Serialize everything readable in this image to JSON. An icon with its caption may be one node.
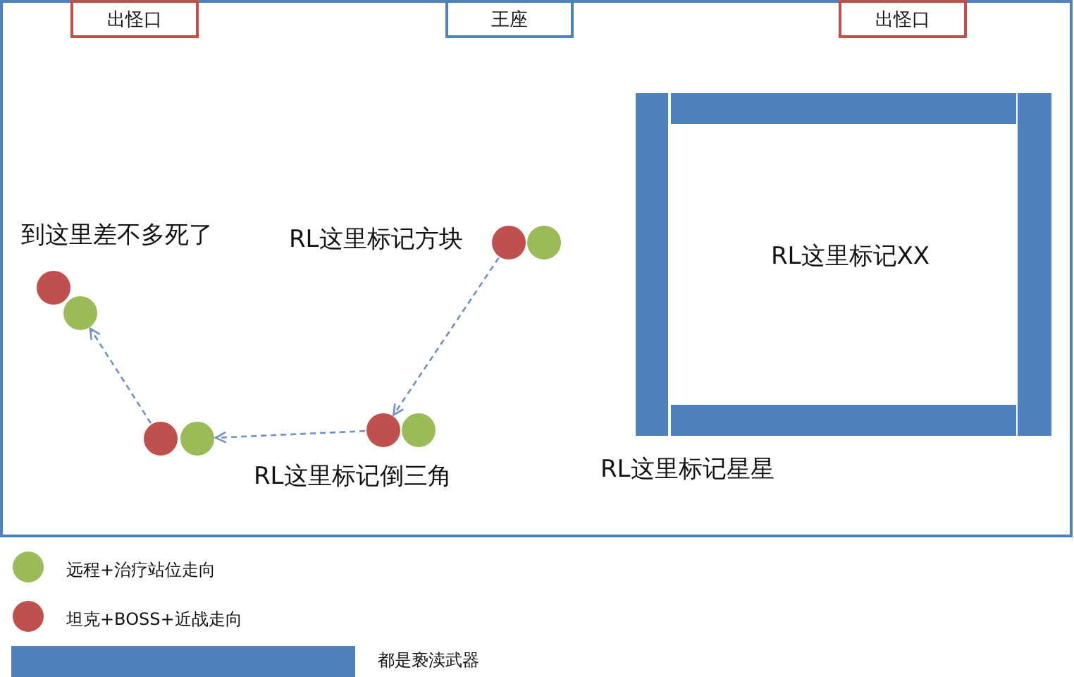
{
  "diagram": {
    "nodes": [
      {
        "text": [
          "出怪口"
        ]
      },
      {
        "text": [
          "王座"
        ]
      },
      {
        "text": [
          "出怪口"
        ]
      },
      {
        "text": [],
        "shape": "circle"
      },
      {
        "text": [],
        "shape": "circle"
      },
      {
        "text": [],
        "shape": "circle"
      },
      {
        "text": [],
        "shape": "circle"
      },
      {
        "text": [],
        "shape": "circle"
      },
      {
        "text": [],
        "shape": "circle"
      },
      {
        "text": [],
        "shape": "circle"
      },
      {
        "text": [],
        "shape": "circle"
      },
      {
        "text": [],
        "shape": "bar"
      },
      {
        "text": [],
        "shape": "bar"
      },
      {
        "text": [],
        "shape": "bar"
      },
      {
        "text": [],
        "shape": "bar"
      }
    ],
    "edges": [
      {
        "from": 7,
        "to": 9,
        "arrow": "to",
        "style": "dashed"
      },
      {
        "from": 9,
        "to": 6,
        "arrow": "to",
        "style": "dashed"
      },
      {
        "from": 5,
        "to": 4,
        "arrow": "to",
        "style": "dashed"
      }
    ],
    "labels": [
      "到这里差不多死了",
      "RL这里标记方块",
      "RL这里标记XX",
      "RL这里标记倒三角",
      "RL这里标记星星"
    ],
    "legend": [
      {
        "text": "远程+治疗站位走向",
        "color": "#9bbb59"
      },
      {
        "text": "坦克+BOSS+近战走向",
        "color": "#c0504d"
      },
      {
        "text": "都是亵渎武器",
        "color": "#4f81bd"
      }
    ]
  }
}
